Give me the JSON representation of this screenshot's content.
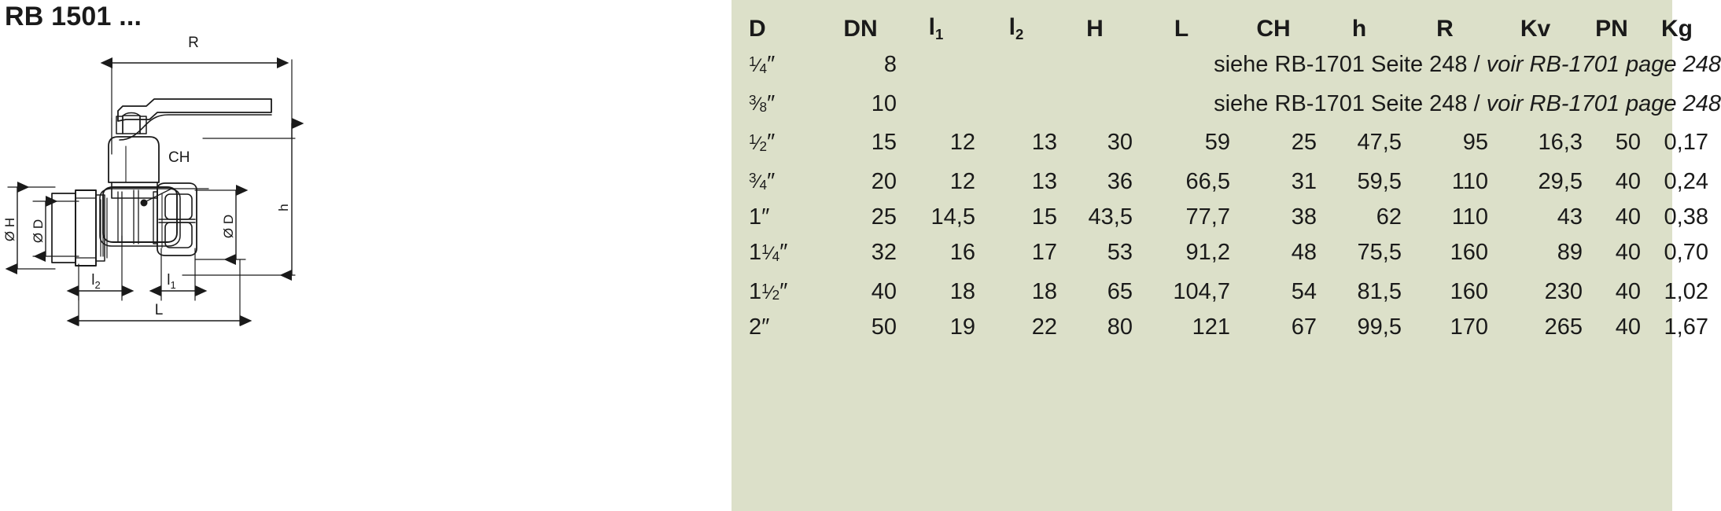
{
  "header": {
    "title": "RB 1501 ..."
  },
  "drawing": {
    "labels": {
      "r": "R",
      "h": "h",
      "ch": "CH",
      "od_left": "Ø D",
      "oh_left": "Ø H",
      "od_right": "Ø D",
      "l1": "l",
      "l1_sub": "1",
      "l2": "l",
      "l2_sub": "2",
      "length": "L"
    }
  },
  "table": {
    "background_color": "#dce0c9",
    "headers": [
      {
        "key": "D",
        "label": "D",
        "sub": ""
      },
      {
        "key": "DN",
        "label": "DN",
        "sub": ""
      },
      {
        "key": "l1",
        "label": "l",
        "sub": "1"
      },
      {
        "key": "l2",
        "label": "l",
        "sub": "2"
      },
      {
        "key": "H",
        "label": "H",
        "sub": ""
      },
      {
        "key": "L",
        "label": "L",
        "sub": ""
      },
      {
        "key": "CH",
        "label": "CH",
        "sub": ""
      },
      {
        "key": "h",
        "label": "h",
        "sub": ""
      },
      {
        "key": "R",
        "label": "R",
        "sub": ""
      },
      {
        "key": "Kv",
        "label": "Kv",
        "sub": ""
      },
      {
        "key": "PN",
        "label": "PN",
        "sub": ""
      },
      {
        "key": "Kg",
        "label": "Kg",
        "sub": ""
      }
    ],
    "rows": [
      {
        "merged": true,
        "D_num": "1",
        "D_den": "4",
        "D_unit": "″",
        "DN": "8",
        "note_de": "siehe RB-1701 Seite 248 / ",
        "note_fr": "voir RB-1701 page 248"
      },
      {
        "merged": true,
        "D_num": "3",
        "D_den": "8",
        "D_unit": "″",
        "DN": "10",
        "note_de": "siehe RB-1701 Seite 248 / ",
        "note_fr": "voir RB-1701 page 248"
      },
      {
        "merged": false,
        "D_whole": "",
        "D_num": "1",
        "D_den": "2",
        "D_unit": "″",
        "DN": "15",
        "l1": "12",
        "l2": "13",
        "H": "30",
        "L": "59",
        "CH": "25",
        "h": "47,5",
        "R": "95",
        "Kv": "16,3",
        "PN": "50",
        "Kg": "0,17"
      },
      {
        "merged": false,
        "D_whole": "",
        "D_num": "3",
        "D_den": "4",
        "D_unit": "″",
        "DN": "20",
        "l1": "12",
        "l2": "13",
        "H": "36",
        "L": "66,5",
        "CH": "31",
        "h": "59,5",
        "R": "110",
        "Kv": "29,5",
        "PN": "40",
        "Kg": "0,24"
      },
      {
        "merged": false,
        "D_whole": "1",
        "D_num": "",
        "D_den": "",
        "D_unit": "″",
        "DN": "25",
        "l1": "14,5",
        "l2": "15",
        "H": "43,5",
        "L": "77,7",
        "CH": "38",
        "h": "62",
        "R": "110",
        "Kv": "43",
        "PN": "40",
        "Kg": "0,38"
      },
      {
        "merged": false,
        "D_whole": "1",
        "D_num": "1",
        "D_den": "4",
        "D_unit": "″",
        "DN": "32",
        "l1": "16",
        "l2": "17",
        "H": "53",
        "L": "91,2",
        "CH": "48",
        "h": "75,5",
        "R": "160",
        "Kv": "89",
        "PN": "40",
        "Kg": "0,70"
      },
      {
        "merged": false,
        "D_whole": "1",
        "D_num": "1",
        "D_den": "2",
        "D_unit": "″",
        "DN": "40",
        "l1": "18",
        "l2": "18",
        "H": "65",
        "L": "104,7",
        "CH": "54",
        "h": "81,5",
        "R": "160",
        "Kv": "230",
        "PN": "40",
        "Kg": "1,02"
      },
      {
        "merged": false,
        "D_whole": "2",
        "D_num": "",
        "D_den": "",
        "D_unit": "″",
        "DN": "50",
        "l1": "19",
        "l2": "22",
        "H": "80",
        "L": "121",
        "CH": "67",
        "h": "99,5",
        "R": "170",
        "Kv": "265",
        "PN": "40",
        "Kg": "1,67"
      }
    ]
  }
}
